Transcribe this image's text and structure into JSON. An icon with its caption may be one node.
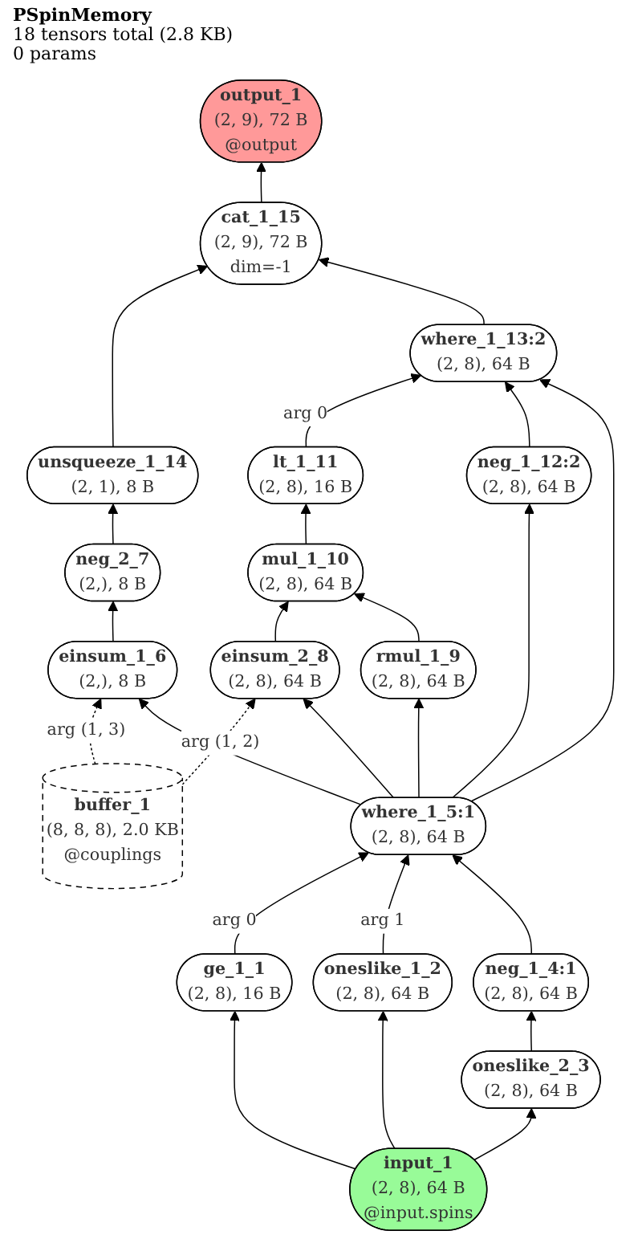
{
  "diagram": {
    "title": "PSpinMemory",
    "labels": [
      "18 tensors total (2.8 KB)",
      "0 params"
    ],
    "nodes": [
      {
        "text": [
          "output_1",
          "(2, 9), 72 B",
          "@output"
        ]
      },
      {
        "text": [
          "cat_1_15",
          "(2, 9), 72 B",
          "dim=-1"
        ]
      },
      {
        "text": [
          "unsqueeze_1_14",
          "(2, 1), 8 B"
        ]
      },
      {
        "text": [
          "where_1_13:2",
          "(2, 8), 64 B"
        ]
      },
      {
        "text": [
          "lt_1_11",
          "(2, 8), 16 B"
        ]
      },
      {
        "text": [
          "neg_2_7",
          "(2,), 8 B"
        ]
      },
      {
        "text": [
          "mul_1_10",
          "(2, 8), 64 B"
        ]
      },
      {
        "text": [
          "einsum_1_6",
          "(2,), 8 B"
        ]
      },
      {
        "text": [
          "einsum_2_8",
          "(2, 8), 64 B"
        ]
      },
      {
        "text": [
          "rmul_1_9",
          "(2, 8), 64 B"
        ]
      },
      {
        "text": [
          "neg_1_12:2",
          "(2, 8), 64 B"
        ]
      },
      {
        "text": [
          "buffer_1",
          "(8, 8, 8), 2.0 KB",
          "@couplings"
        ]
      },
      {
        "text": [
          "where_1_5:1",
          "(2, 8), 64 B"
        ]
      },
      {
        "text": [
          "neg_1_4:1",
          "(2, 8), 64 B"
        ]
      },
      {
        "text": [
          "ge_1_1",
          "(2, 8), 16 B"
        ]
      },
      {
        "text": [
          "oneslike_1_2",
          "(2, 8), 64 B"
        ]
      },
      {
        "text": [
          "oneslike_2_3",
          "(2, 8), 64 B"
        ]
      },
      {
        "text": [
          "input_1",
          "(2, 8), 64 B",
          "@input.spins"
        ]
      }
    ],
    "edges": [
      {
        "from": 1,
        "to": 0,
        "arrow": "to"
      },
      {
        "from": 2,
        "to": 1,
        "arrow": "to"
      },
      {
        "from": 3,
        "to": 1,
        "arrow": "to"
      },
      {
        "from": 5,
        "to": 2,
        "arrow": "to"
      },
      {
        "from": 4,
        "to": 3,
        "arrow": "to",
        "label": "arg 0"
      },
      {
        "from": 10,
        "to": 3,
        "arrow": "to"
      },
      {
        "from": 12,
        "to": 3,
        "arrow": "to"
      },
      {
        "from": 6,
        "to": 4,
        "arrow": "to"
      },
      {
        "from": 7,
        "to": 5,
        "arrow": "to"
      },
      {
        "from": 8,
        "to": 6,
        "arrow": "to"
      },
      {
        "from": 9,
        "to": 6,
        "arrow": "to"
      },
      {
        "from": 11,
        "to": 7,
        "arrow": "to",
        "label": "arg (1, 3)",
        "style": "dashed"
      },
      {
        "from": 11,
        "to": 8,
        "arrow": "to",
        "label": "arg (1, 2)",
        "style": "dashed"
      },
      {
        "from": 12,
        "to": 7,
        "arrow": "to"
      },
      {
        "from": 12,
        "to": 8,
        "arrow": "to"
      },
      {
        "from": 12,
        "to": 9,
        "arrow": "to"
      },
      {
        "from": 12,
        "to": 10,
        "arrow": "to"
      },
      {
        "from": 14,
        "to": 12,
        "arrow": "to",
        "label": "arg 0"
      },
      {
        "from": 15,
        "to": 12,
        "arrow": "to",
        "label": "arg 1"
      },
      {
        "from": 13,
        "to": 12,
        "arrow": "to"
      },
      {
        "from": 16,
        "to": 13,
        "arrow": "to"
      },
      {
        "from": 17,
        "to": 14,
        "arrow": "to"
      },
      {
        "from": 17,
        "to": 15,
        "arrow": "to"
      },
      {
        "from": 17,
        "to": 16,
        "arrow": "to"
      }
    ]
  }
}
